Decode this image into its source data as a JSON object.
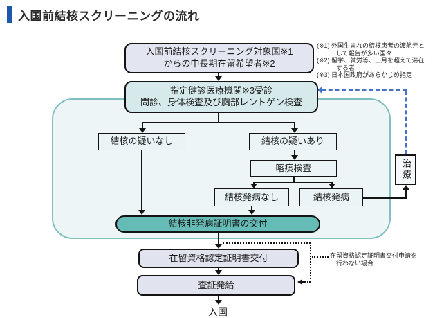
{
  "title": "入国前結核スクリーニングの流れ",
  "flow": {
    "target_country": {
      "line1": "入国前結核スクリーニング対象国※1",
      "line2": "からの中長期在留希望者※2"
    },
    "clinic": {
      "line1": "指定健診医療機関※3受診",
      "line2": "問診、身体検査及び胸部レントゲン検査"
    },
    "no_suspicion": "結核の疑いなし",
    "suspicion": "結核の疑いあり",
    "sputum": "喀痰検査",
    "no_onset": "結核発病なし",
    "onset": "結核発病",
    "treatment": "治療",
    "certificate": "結核非発病証明書の交付",
    "residence": "在留資格認定証明書交付",
    "visa": "査証発給",
    "entry": "入国"
  },
  "notes": [
    {
      "l1": "(※1) 外国生まれの結核患者の渡航元と",
      "l2": "して報告が多い国々"
    },
    {
      "l1": "(※2) 留学、就労等、三月を超えて滞在",
      "l2": "する者"
    },
    {
      "l1": "(※3) 日本国政府があらかじめ指定",
      "l2": ""
    }
  ],
  "bypass_note": {
    "l1": "在留資格認定証明書交付申請を",
    "l2": "行わない場合"
  },
  "colors": {
    "title_bar": "#1d57ae",
    "container_fill": "#edf5f6",
    "container_border": "#80c0c1",
    "pill_fill": "#65bcb7",
    "clinic_fill": "#d6eaec",
    "light_box_fill": "#eaf4f6",
    "gray_box_fill": "#e1e4ee",
    "dashed_arrow_blue": "#4472c4"
  }
}
